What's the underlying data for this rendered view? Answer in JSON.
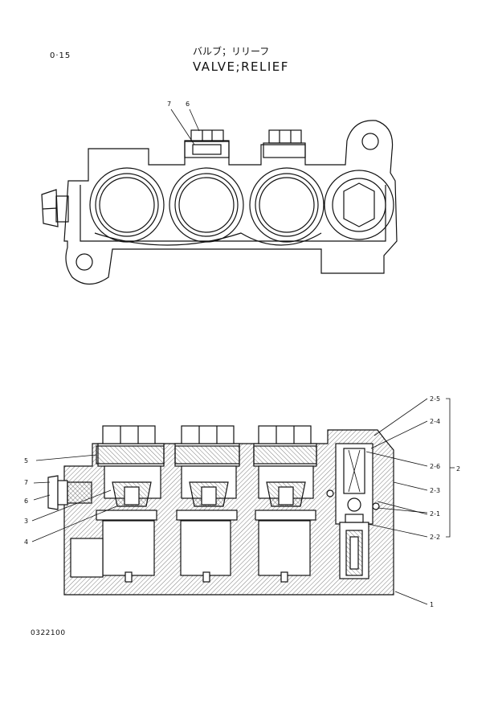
{
  "header": {
    "page_number": "0·15",
    "title_jp": "バルブ；リリーフ",
    "title_en": "VALVE;RELIEF"
  },
  "footer": {
    "doc_code": "0322100"
  },
  "top_view": {
    "callouts": [
      {
        "text": "7"
      },
      {
        "text": "6"
      }
    ]
  },
  "section_view": {
    "left_callouts": [
      {
        "text": "5"
      },
      {
        "text": "7"
      },
      {
        "text": "6"
      },
      {
        "text": "3"
      },
      {
        "text": "4"
      }
    ],
    "right_callouts": [
      {
        "text": "2-5"
      },
      {
        "text": "2-4"
      },
      {
        "text": "2-6"
      },
      {
        "text": "2"
      },
      {
        "text": "2-3"
      },
      {
        "text": "2-1"
      },
      {
        "text": "2-2"
      },
      {
        "text": "1"
      }
    ]
  }
}
